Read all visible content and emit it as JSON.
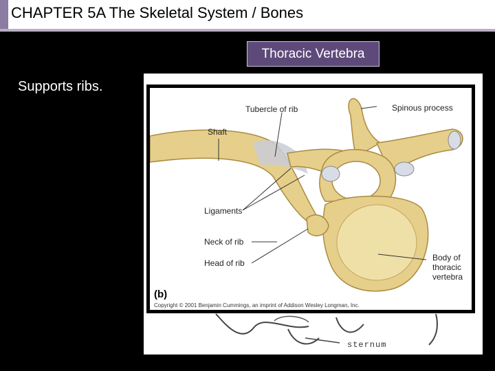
{
  "slide": {
    "title": "CHAPTER 5A  The Skeletal System / Bones",
    "subtitle": "Thoracic Vertebra",
    "body_text": "Supports ribs."
  },
  "figure": {
    "labels": {
      "tubercle_of_rib": "Tubercle of rib",
      "spinous_process": "Spinous process",
      "shaft": "Shaft",
      "ligaments": "Ligaments",
      "neck_of_rib": "Neck of rib",
      "head_of_rib": "Head of rib",
      "body_line1": "Body of",
      "body_line2": "thoracic",
      "body_line3": "vertebra",
      "sternum": "sternum"
    },
    "panel_letter": "(b)",
    "copyright": "Copyright © 2001 Benjamin Cummings, an imprint of Addison Wesley Longman, Inc.",
    "colors": {
      "bone": "#e6cf8a",
      "bone_shadow": "#b99a4f",
      "ligament": "#c9ccd6"
    }
  }
}
